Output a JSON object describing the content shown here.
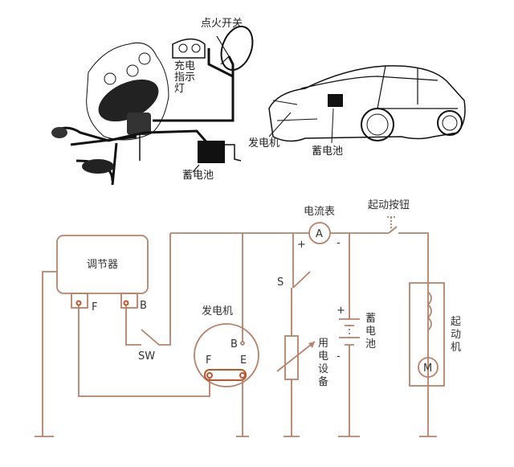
{
  "illustration": {
    "ignition_switch": "点火开关",
    "charge_indicator_lines": [
      "充电",
      "指示",
      "灯"
    ],
    "battery_engine": "蓄电池",
    "car_generator": "发电机",
    "car_battery": "蓄电池"
  },
  "circuit": {
    "regulator": "调节器",
    "reg_terminal_f": "F",
    "reg_terminal_b": "B",
    "switch_sw": "SW",
    "generator": "发电机",
    "gen_terminal_b": "B",
    "gen_terminal_f": "F",
    "gen_terminal_e": "E",
    "ammeter_title": "电流表",
    "ammeter_symbol": "A",
    "plus": "+",
    "minus": "-",
    "switch_s": "S",
    "load_chars": [
      "用",
      "电",
      "设",
      "备"
    ],
    "battery_chars": [
      "蓄",
      "电",
      "池"
    ],
    "start_button": "起动按钮",
    "starter_chars": [
      "起",
      "动",
      "机"
    ],
    "motor_symbol": "M"
  }
}
